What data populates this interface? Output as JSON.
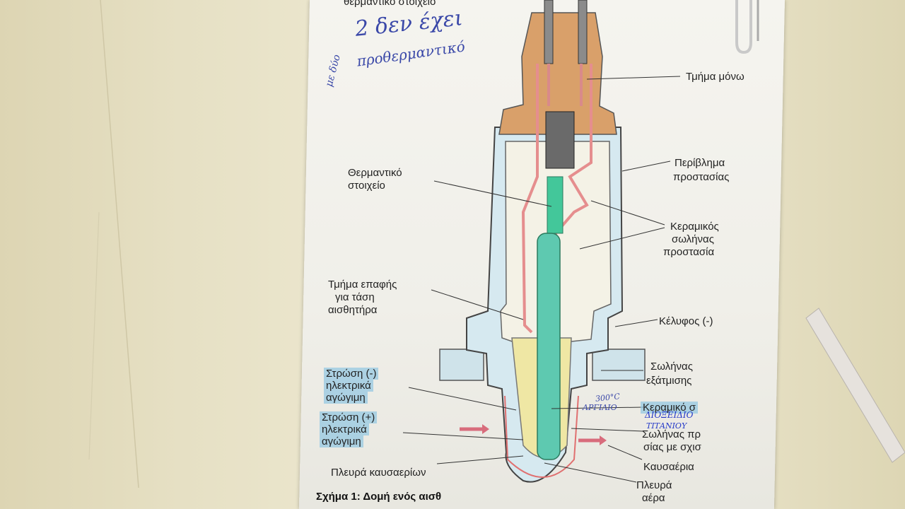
{
  "labels": {
    "top_heater": "θερμαντικό στοιχείο",
    "single_part": "Τμήμα μόνω",
    "protective_housing_1": "Περίβλημα",
    "protective_housing_2": "προστασίας",
    "heater_1": "Θερμαντικό",
    "heater_2": "στοιχείο",
    "ceramic_tube_1": "Κεραμικός",
    "ceramic_tube_2": "σωλήνας",
    "ceramic_tube_3": "προστασία",
    "contact_1": "Τμήμα επαφής",
    "contact_2": "για τάση",
    "contact_3": "αισθητήρα",
    "shell": "Κέλυφος (-)",
    "exhaust_pipe_1": "Σωλήνας",
    "exhaust_pipe_2": "εξάτμισης",
    "layer_minus_1": "Στρώση (-)",
    "layer_minus_2": "ηλεκτρικά",
    "layer_minus_3": "αγώγιμη",
    "layer_plus_1": "Στρώση (+)",
    "layer_plus_2": "ηλεκτρικά",
    "layer_plus_3": "αγώγιμη",
    "ceramic_body": "Κεραμικό σ",
    "slotted_tube_1": "Σωλήνας πρ",
    "slotted_tube_2": "σίας με σχισ",
    "exhaust_gas": "Καυσαέρια",
    "exhaust_side": "Πλευρά καυσαερίων",
    "air_side_1": "Πλευρά",
    "air_side_2": "αέρα",
    "caption": "Σχήμα 1: Δομή ενός αισθ"
  },
  "handwriting": {
    "note_1": "2 δεν έχει",
    "note_2": "προθερμαντικό",
    "side_note": "με δύο",
    "temp_note": "300°C",
    "material_1": "ΔΙΟΞΕΙΔΙΟ",
    "material_2": "ΤΙΤΑΝΙΟΥ",
    "material_3": "ΑΡΓΙΛΙΟ"
  },
  "colors": {
    "terminal_orange": "#d9a06a",
    "heater_green": "#43c79a",
    "highlight_blue": "#96c8e1",
    "housing_blue": "#cfe6ee",
    "ink_blue": "#3a48a8"
  }
}
